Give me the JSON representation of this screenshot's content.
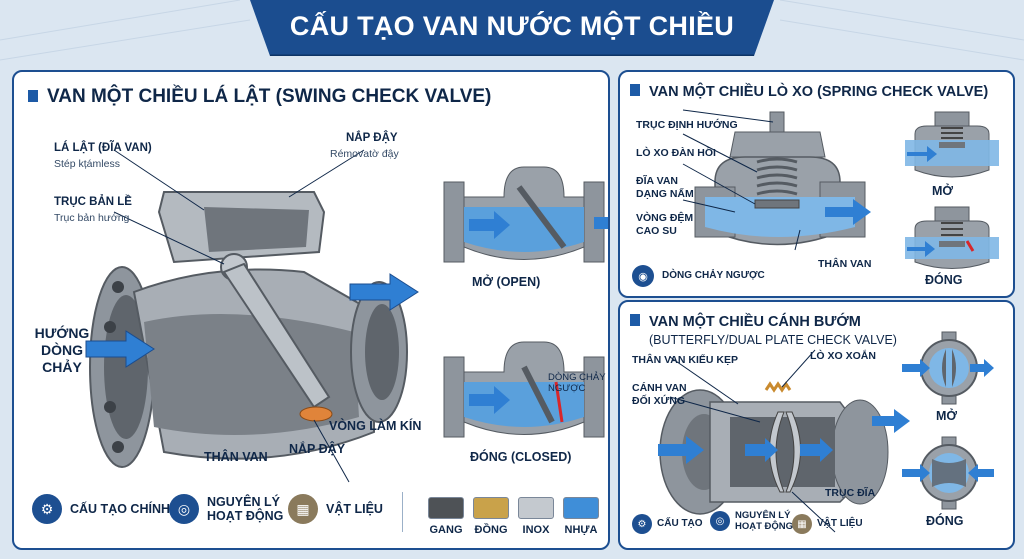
{
  "title": "CẤU TẠO VAN NƯỚC MỘT CHIỀU",
  "swing": {
    "title": "VAN MỘT CHIỀU LÁ LẬT (SWING CHECK VALVE)",
    "labels": {
      "disc": "LÁ LẬT (ĐĨA VAN)",
      "disc_sub": "Stép kțámless",
      "hinge": "TRỤC BẢN LỀ",
      "hinge_sub": "Trục bản hướng",
      "cover": "NẮP ĐẬY",
      "cover_sub": "Rémovatờ đậy",
      "flow": "HƯỚNG DÒNG CHẢY",
      "seal": "VÒNG LÀM KÍN",
      "cover2": "NẮP ĐẬY",
      "body": "THÂN VAN",
      "reverse": "DÒNG CHẢY NGƯỢC"
    },
    "open": "MỞ (OPEN)",
    "closed": "ĐÓNG (CLOSED)"
  },
  "legend": {
    "structure": "CẤU TẠO CHÍNH",
    "principle": "NGUYÊN LÝ HOẠT ĐỘNG",
    "material": "VẬT LIỆU"
  },
  "materials": [
    "GANG",
    "ĐỒNG",
    "INOX",
    "NHỰA"
  ],
  "material_colors": [
    "#4e5256",
    "#c9a24a",
    "#c4c9cf",
    "#3f8ed8"
  ],
  "spring": {
    "title": "VAN MỘT CHIỀU LÒ XO (SPRING CHECK VALVE)",
    "labels": {
      "stem": "TRỤC ĐỊNH HƯỚNG",
      "spring": "LÒ XO ĐÀN HỒI",
      "disc": "ĐĨA VAN DẠNG NẤM",
      "gasket": "VÒNG ĐỆM CAO SU",
      "body": "THÂN VAN"
    },
    "open": "MỞ",
    "closed": "ĐÓNG",
    "backflow": "DÒNG CHẢY NGƯỢC"
  },
  "butterfly": {
    "title": "VAN MỘT CHIỀU CÁNH BƯỚM",
    "subtitle": "(BUTTERFLY/DUAL PLATE CHECK VALVE)",
    "labels": {
      "body": "THÂN VAN KIỂU KẸP",
      "spring": "LÒ XO XOẮN",
      "plates": "CÁNH VAN ĐỐI XỨNG",
      "shaft": "TRỤC ĐĨA"
    },
    "open": "MỞ",
    "closed": "ĐÓNG",
    "legend": {
      "structure": "CẤU TẠO",
      "principle": "NGUYÊN LÝ HOẠT ĐỘNG",
      "material": "VẬT LIỆU"
    }
  },
  "colors": {
    "navy": "#1d4f91",
    "water": "#5aa0dc",
    "arrow": "#2f7fd3",
    "metal": "#9aa1a9",
    "seal": "#e0843a",
    "red": "#d8262a"
  },
  "icons": [
    "valve-icon",
    "gauge-icon",
    "material-icon",
    "drop-icon"
  ]
}
